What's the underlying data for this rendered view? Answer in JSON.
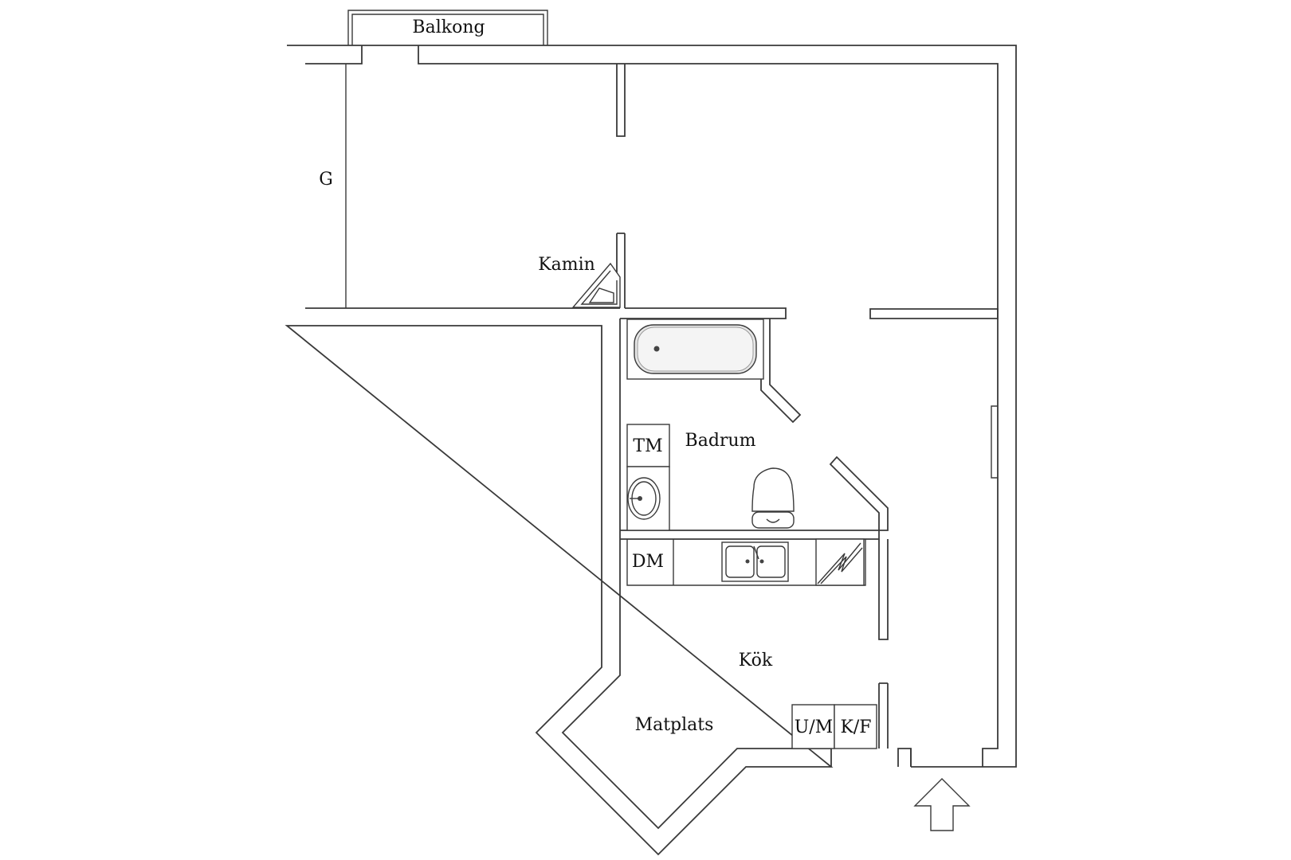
{
  "labels": {
    "balcony": "Balkong",
    "wardrobe": "G",
    "fireplace": "Kamin",
    "bathroom": "Badrum",
    "dryer_cabinet": "TM",
    "dishwasher": "DM",
    "kitchen": "Kök",
    "dining": "Matplats",
    "oven_microwave": "U/M",
    "fridge_freezer": "K/F"
  },
  "icons": {
    "bathtub": "bathtub-icon",
    "washbasin": "washbasin-icon",
    "toilet": "toilet-icon",
    "sink": "double-sink-icon",
    "stove": "stove-icon",
    "fireplace": "fireplace-icon",
    "entrance": "entrance-arrow-icon"
  }
}
